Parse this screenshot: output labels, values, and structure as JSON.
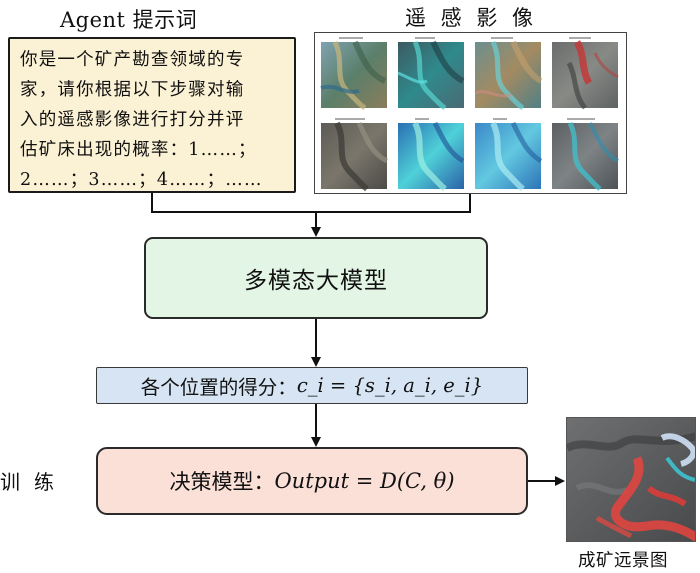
{
  "agent_prompt": {
    "title": "Agent 提示词",
    "lines": [
      "你是一个矿产勘查领域的专",
      "家，请你根据以下步骤对输",
      "入的遥感影像进行打分并评",
      "估矿床出现的概率：1……；",
      "2……；3……；4……；……"
    ]
  },
  "remote_sensing": {
    "title": "遥 感 影 像"
  },
  "multimodal_model": {
    "label": "多模态大模型"
  },
  "score": {
    "prefix": "各个位置的得分：",
    "formula": "c_i = {s_i, a_i, e_i}"
  },
  "decision": {
    "prefix": "决策模型：",
    "formula": "Output = D(C, θ)"
  },
  "train_label": "训练",
  "prospect_map": {
    "caption": "成矿远景图"
  },
  "colors": {
    "prompt_bg": "#fbf1d4",
    "model_bg": "#e3f5e5",
    "score_bg": "#d6e4f3",
    "decision_bg": "#fbe0d8"
  }
}
